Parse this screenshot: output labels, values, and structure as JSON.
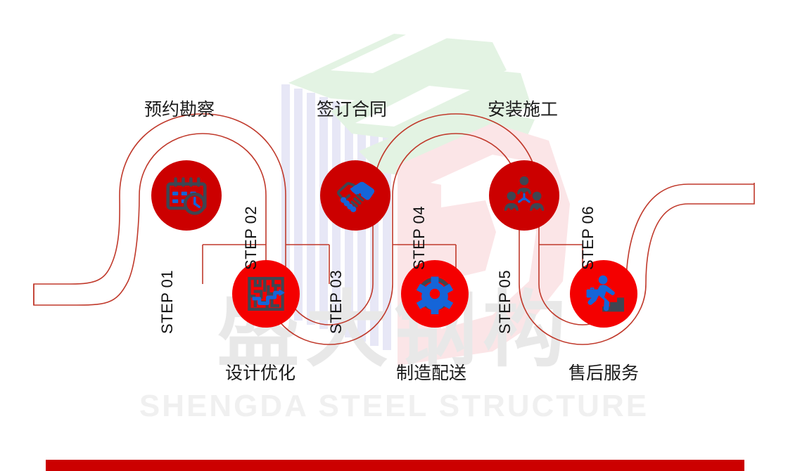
{
  "page": {
    "background_color": "#ffffff",
    "accent_red": "#cc0000",
    "bright_red": "#f40000",
    "icon_gray": "#3e4652",
    "icon_blue": "#1565d8",
    "ribbon_stroke": "#c0392b"
  },
  "watermark": {
    "logo_letters": "SD",
    "logo_colors": {
      "green": "#e4f3e4",
      "pink": "#fbe4e6",
      "lavender": "#e6e6f5"
    },
    "company_cn": "盛大钢构",
    "company_en": "SHENGDA STEEL STRUCTURE",
    "text_color": "#eeeeee"
  },
  "steps": [
    {
      "number": "STEP 01",
      "title": "预约勘察",
      "icon": "calendar-clock-icon",
      "circle_color": "#cc0000",
      "position": "top"
    },
    {
      "number": "STEP 02",
      "title": "设计优化",
      "icon": "maze-path-icon",
      "circle_color": "#f40000",
      "position": "bottom"
    },
    {
      "number": "STEP 03",
      "title": "签订合同",
      "icon": "handshake-icon",
      "circle_color": "#cc0000",
      "position": "top"
    },
    {
      "number": "STEP 04",
      "title": "制造配送",
      "icon": "gear-wheel-icon",
      "circle_color": "#f40000",
      "position": "bottom"
    },
    {
      "number": "STEP 05",
      "title": "安装施工",
      "icon": "team-group-icon",
      "circle_color": "#cc0000",
      "position": "top"
    },
    {
      "number": "STEP 06",
      "title": "售后服务",
      "icon": "person-stairs-briefcase-icon",
      "circle_color": "#f40000",
      "position": "bottom"
    }
  ],
  "footer": {
    "bar_color": "#cc0000"
  }
}
